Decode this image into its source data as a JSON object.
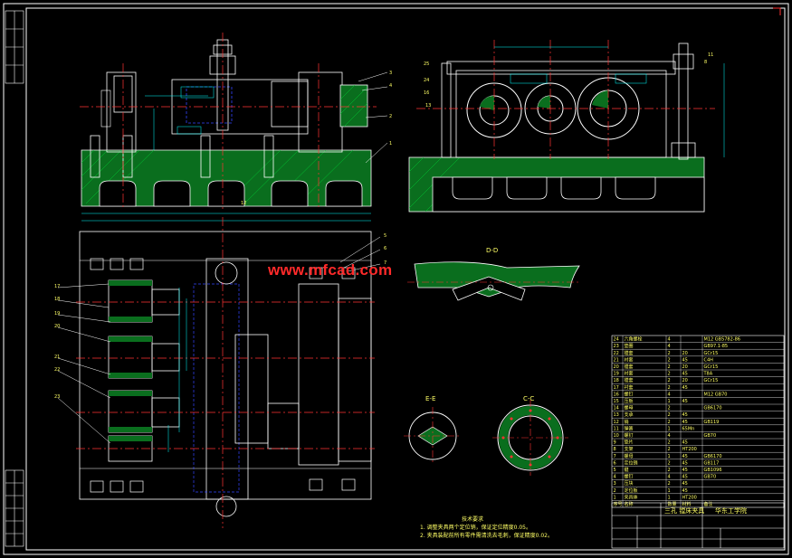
{
  "watermark": "www.mfcad.com",
  "section_labels": {
    "dd": "D-D",
    "ee": "E-E",
    "cc": "C-C"
  },
  "tech_notes": {
    "title": "技术要求",
    "line1": "1. 调整夹具两个定位销，保证定位精度0.05。",
    "line2": "2. 夹具装配前所有零件需清洗去毛刺，保证精度0.02。"
  },
  "title_block": {
    "name": "三孔 镗床夹具",
    "school": "华东工学院"
  },
  "colors": {
    "frame": "#ffffff",
    "outline": "#ffffff",
    "hatch": "#00cc33",
    "centerline": "#ff3333",
    "dimension": "#00ffff",
    "text": "#ffff66",
    "hidden": "#3344ff"
  },
  "parts_list": {
    "headers": [
      "序号",
      "名称",
      "数量",
      "材料",
      "备注"
    ],
    "rows": [
      [
        "24",
        "六角螺栓",
        "4",
        "",
        "M12 GB5782-86"
      ],
      [
        "23",
        "垫圈",
        "4",
        "",
        "GB97.1-85"
      ],
      [
        "22",
        "镗套",
        "2",
        "20",
        "GCr15"
      ],
      [
        "21",
        "衬套",
        "2",
        "45",
        "C4H"
      ],
      [
        "20",
        "镗套",
        "2",
        "20",
        "GCr15"
      ],
      [
        "19",
        "衬套",
        "2",
        "45",
        "T8A"
      ],
      [
        "18",
        "镗套",
        "2",
        "20",
        "GCr15"
      ],
      [
        "17",
        "衬套",
        "2",
        "45",
        ""
      ],
      [
        "16",
        "螺钉",
        "4",
        "",
        "M12 GB70"
      ],
      [
        "15",
        "压板",
        "1",
        "45",
        ""
      ],
      [
        "14",
        "螺母",
        "2",
        "",
        "GB6170"
      ],
      [
        "13",
        "支承",
        "2",
        "45",
        ""
      ],
      [
        "12",
        "销",
        "2",
        "45",
        "GB119"
      ],
      [
        "11",
        "弹簧",
        "1",
        "65Mn",
        ""
      ],
      [
        "10",
        "螺钉",
        "4",
        "",
        "GB70"
      ],
      [
        "9",
        "垫片",
        "2",
        "45",
        ""
      ],
      [
        "8",
        "支架",
        "2",
        "HT200",
        ""
      ],
      [
        "7",
        "螺母",
        "1",
        "45",
        "GB6170"
      ],
      [
        "6",
        "定位销",
        "2",
        "45",
        "GB117"
      ],
      [
        "5",
        "键",
        "2",
        "45",
        "GB1096"
      ],
      [
        "4",
        "螺钉",
        "4",
        "45",
        "GB70"
      ],
      [
        "3",
        "压块",
        "2",
        "45",
        ""
      ],
      [
        "2",
        "定位板",
        "1",
        "45",
        ""
      ],
      [
        "1",
        "夹具体",
        "1",
        "HT200",
        ""
      ]
    ]
  },
  "part_callouts": [
    "1",
    "2",
    "3",
    "4",
    "5",
    "6",
    "7",
    "8",
    "11",
    "12",
    "13",
    "16",
    "17",
    "18",
    "19",
    "20",
    "21",
    "22",
    "23",
    "24",
    "25"
  ]
}
